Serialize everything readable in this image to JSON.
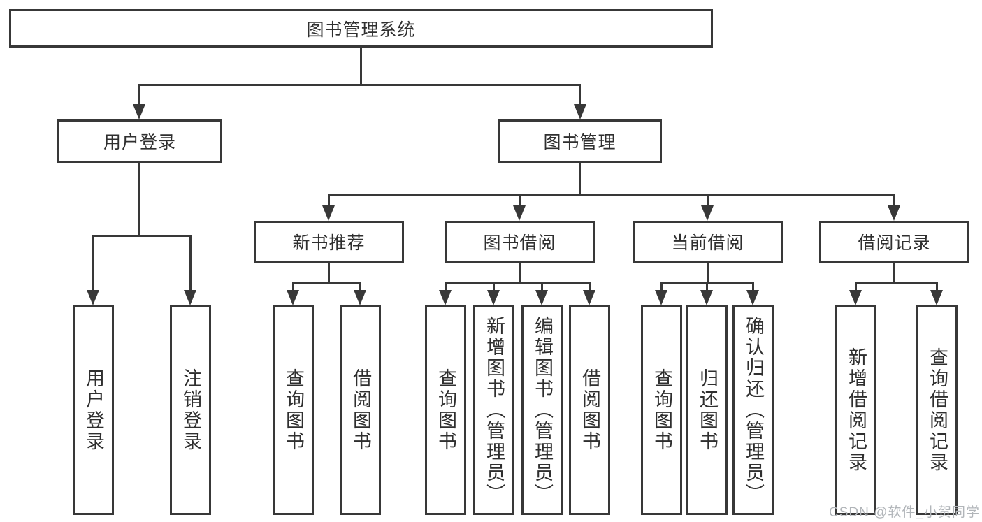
{
  "colors": {
    "line": "#383838",
    "text": "#2f2f2f",
    "background": "#ffffff",
    "watermark": "#b1b5b9"
  },
  "watermark": {
    "text": "CSDN @软件_小贺同学"
  },
  "nodes": {
    "root": {
      "label": "图书管理系统"
    },
    "user_login_group": {
      "label": "用户登录"
    },
    "book_mgmt": {
      "label": "图书管理"
    },
    "new_book_rec": {
      "label": "新书推荐"
    },
    "book_borrow": {
      "label": "图书借阅"
    },
    "current_borrow": {
      "label": "当前借阅"
    },
    "borrow_records": {
      "label": "借阅记录"
    },
    "user_login": {
      "label": "用户登录"
    },
    "logout": {
      "label": "注销登录"
    },
    "rec_query_books": {
      "label": "查询图书"
    },
    "rec_borrow_books": {
      "label": "借阅图书"
    },
    "bb_query_books": {
      "label": "查询图书"
    },
    "bb_add_books": {
      "label": "新增图书（管理员）"
    },
    "bb_edit_books": {
      "label": "编辑图书（管理员）"
    },
    "bb_borrow_books": {
      "label": "借阅图书"
    },
    "cb_query_books": {
      "label": "查询图书"
    },
    "cb_return_books": {
      "label": "归还图书"
    },
    "cb_confirm_return": {
      "label": "确认归还（管理员）"
    },
    "br_add_record": {
      "label": "新增借阅记录"
    },
    "br_query_record": {
      "label": "查询借阅记录"
    }
  },
  "hierarchy": {
    "图书管理系统": {
      "用户登录": [
        "用户登录",
        "注销登录"
      ],
      "图书管理": {
        "新书推荐": [
          "查询图书",
          "借阅图书"
        ],
        "图书借阅": [
          "查询图书",
          "新增图书（管理员）",
          "编辑图书（管理员）",
          "借阅图书"
        ],
        "当前借阅": [
          "查询图书",
          "归还图书",
          "确认归还（管理员）"
        ],
        "借阅记录": [
          "新增借阅记录",
          "查询借阅记录"
        ]
      }
    }
  }
}
